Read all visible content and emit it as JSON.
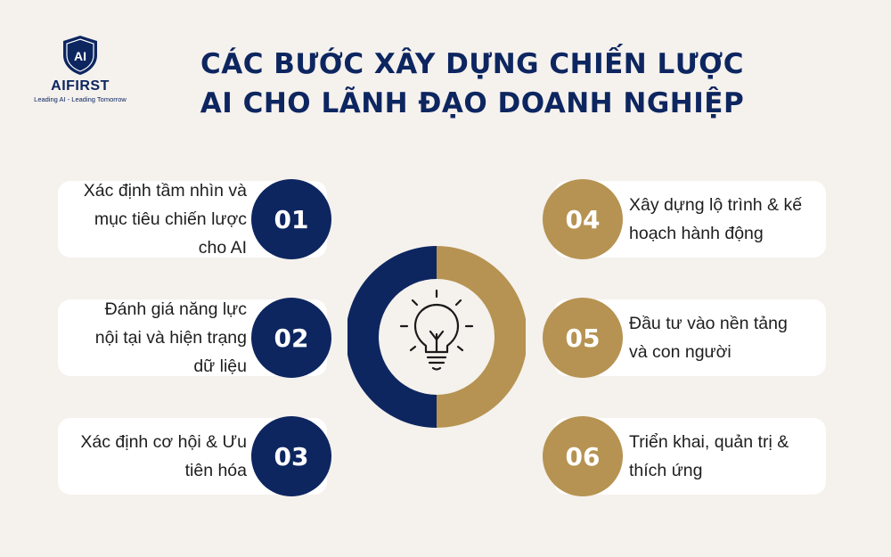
{
  "brand": {
    "name": "AIFIRST",
    "tagline": "Leading AI - Leading Tomorrow",
    "logo_mark": "AI"
  },
  "title": {
    "line1": "CÁC BƯỚC XÂY DỰNG CHIẾN LƯỢC",
    "line2": "AI CHO LÃNH ĐẠO DOANH NGHIỆP"
  },
  "colors": {
    "navy": "#0d2660",
    "gold": "#b69352",
    "background": "#f5f1ed",
    "card": "#ffffff"
  },
  "center_icon": "lightbulb-icon",
  "steps": [
    {
      "number": "01",
      "lines": [
        "Xác định tầm nhìn và",
        "mục tiêu chiến lược",
        "cho AI"
      ]
    },
    {
      "number": "02",
      "lines": [
        "Đánh giá năng lực",
        "nội tại và hiện trạng",
        "dữ liệu"
      ]
    },
    {
      "number": "03",
      "lines": [
        "Xác định cơ hội & Ưu",
        "tiên hóa"
      ]
    },
    {
      "number": "04",
      "lines": [
        "Xây dựng lộ trình & kế",
        "hoạch hành động"
      ]
    },
    {
      "number": "05",
      "lines": [
        "Đầu tư vào nền tảng",
        "và con người"
      ]
    },
    {
      "number": "06",
      "lines": [
        "Triển khai, quản trị &",
        "thích ứng"
      ]
    }
  ]
}
